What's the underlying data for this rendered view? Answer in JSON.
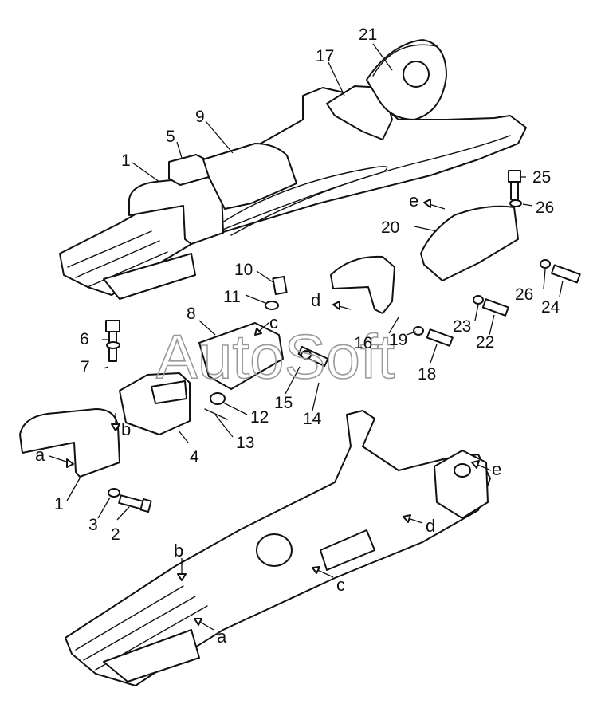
{
  "watermark": "AutoSoft",
  "part_labels": [
    "1",
    "2",
    "3",
    "4",
    "5",
    "6",
    "7",
    "8",
    "9",
    "10",
    "11",
    "12",
    "13",
    "14",
    "15",
    "16",
    "17",
    "18",
    "19",
    "20",
    "21",
    "22",
    "23",
    "24",
    "25",
    "26"
  ],
  "callouts": [
    "a",
    "b",
    "c",
    "d",
    "e"
  ],
  "colors": {
    "line": "#111111",
    "background": "#ffffff",
    "watermark": "#9a9a9a"
  }
}
